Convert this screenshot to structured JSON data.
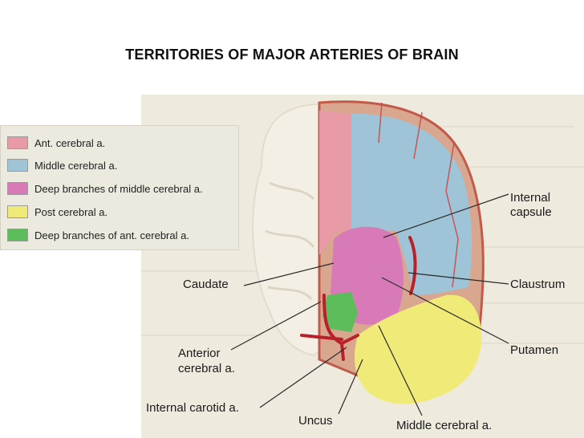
{
  "title": "TERRITORIES OF MAJOR ARTERIES OF BRAIN",
  "legend": [
    {
      "label": "Ant. cerebral a.",
      "color": "#e89aa6"
    },
    {
      "label": "Middle cerebral a.",
      "color": "#9fc4d8"
    },
    {
      "label": "Deep branches of middle cerebral a.",
      "color": "#d97ab8"
    },
    {
      "label": "Post cerebral a.",
      "color": "#f0ea78"
    },
    {
      "label": "Deep branches of ant. cerebral a.",
      "color": "#5cbd5a"
    }
  ],
  "labels": {
    "internal_capsule_1": "Internal",
    "internal_capsule_2": "capsule",
    "claustrum": "Claustrum",
    "putamen": "Putamen",
    "caudate": "Caudate",
    "anterior_cerebral_1": "Anterior",
    "anterior_cerebral_2": "cerebral a.",
    "internal_carotid": "Internal carotid a.",
    "uncus": "Uncus",
    "middle_cerebral": "Middle cerebral a."
  }
}
